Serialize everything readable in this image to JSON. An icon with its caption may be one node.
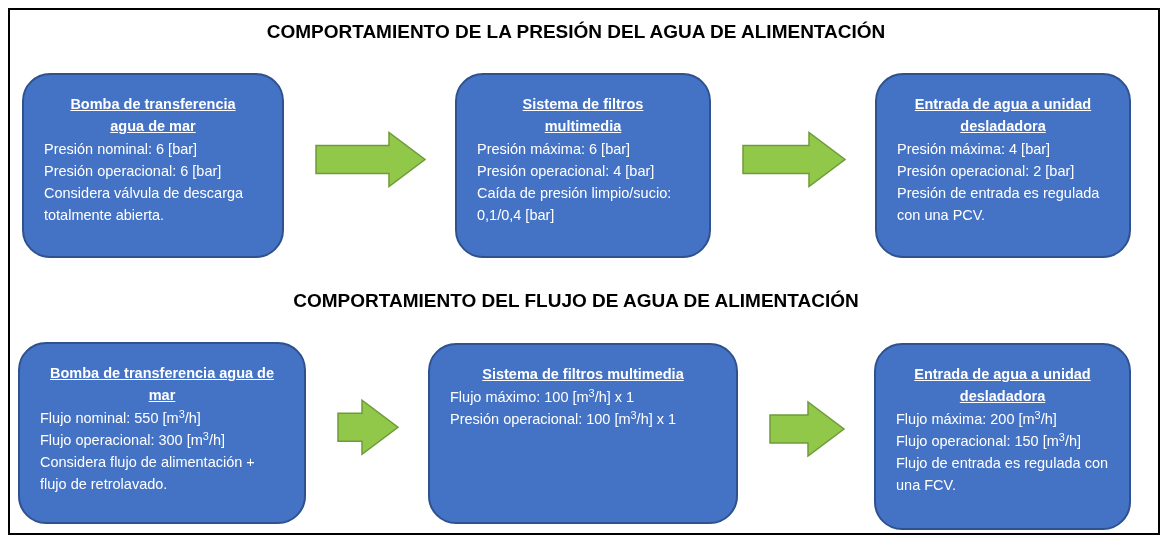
{
  "diagram": {
    "title": "COMPORTAMIENTO DE LA PRESIÓN DEL AGUA DE ALIMENTACIÓN",
    "nodes": [
      {
        "text": [
          "Bomba de transferencia agua de mar",
          "Presión nominal: 6 [bar]",
          "Presión operacional: 6 [bar]",
          "Considera válvula de descarga totalmente abierta."
        ]
      },
      {
        "text": [
          "Sistema de filtros multimedia",
          "Presión máxima: 6 [bar]",
          "Presión operacional: 4 [bar]",
          "Caída de presión limpio/sucio: 0,1/0,4 [bar]"
        ]
      },
      {
        "text": [
          "Entrada de agua a unidad desladadora",
          "Presión máxima: 4 [bar]",
          "Presión operacional: 2 [bar]",
          "Presión de entrada es regulada con una PCV."
        ]
      },
      {
        "text": [
          "Bomba de transferencia agua de mar",
          "Flujo nominal: 550 [m$^{3}$/h]",
          "Flujo operacional: 300 [m$^{3}$/h]",
          "Considera flujo de alimentación + flujo de retrolavado."
        ]
      },
      {
        "text": [
          "Sistema de filtros multimedia",
          "Flujo máximo: 100 [m$^{3}$/h] x 1",
          "Presión operacional: 100 [m$^{3}$/h] x 1"
        ]
      },
      {
        "text": [
          "Entrada de agua a unidad desladadora",
          "Flujo máxima: 200 [m$^{3}$/h]",
          "Flujo operacional: 150 [m$^{3}$/h]",
          "Flujo de entrada es regulada con una FCV."
        ]
      }
    ],
    "edges": [
      {
        "from": 0,
        "to": 1,
        "arrow": "to"
      },
      {
        "from": 1,
        "to": 2,
        "arrow": "to"
      },
      {
        "from": 3,
        "to": 4,
        "arrow": "to"
      },
      {
        "from": 4,
        "to": 5,
        "arrow": "to"
      }
    ],
    "labels": [
      "COMPORTAMIENTO DEL FLUJO DE AGUA DE ALIMENTACIÓN"
    ]
  }
}
